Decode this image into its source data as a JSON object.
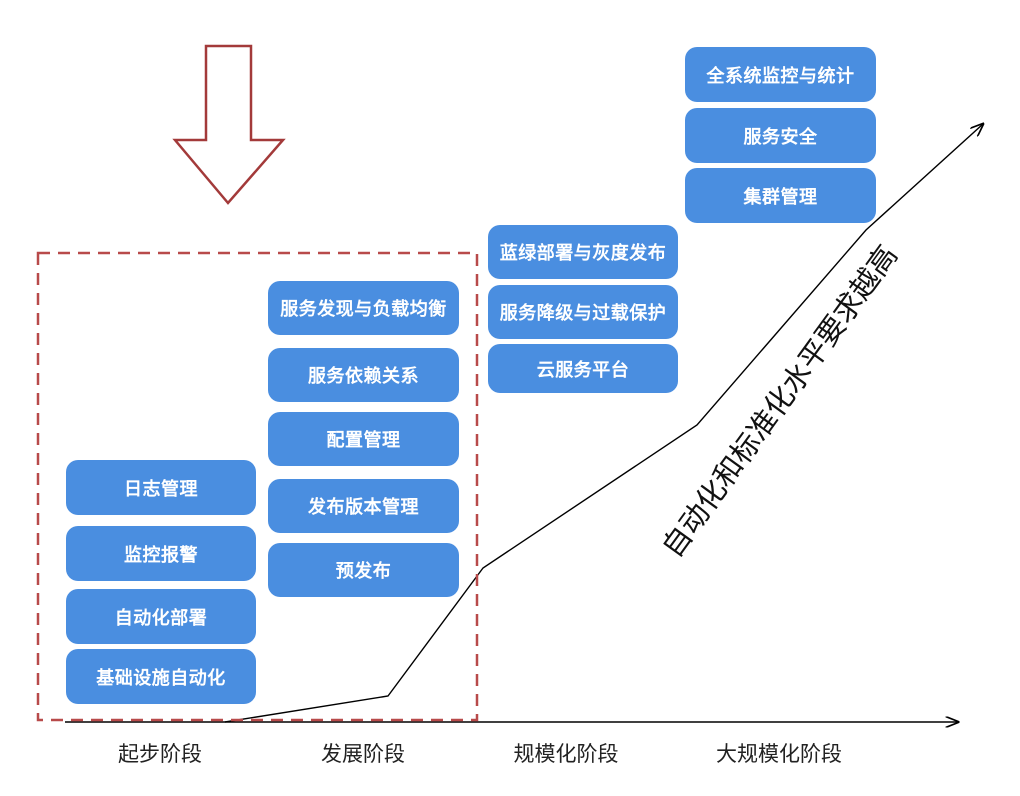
{
  "stages": [
    "起步阶段",
    "发展阶段",
    "规模化阶段",
    "大规模化阶段"
  ],
  "trend_label": "自动化和标准化水平要求越高",
  "columns": {
    "start": [
      "日志管理",
      "监控报警",
      "自动化部署",
      "基础设施自动化"
    ],
    "development": [
      "服务发现与负载均衡",
      "服务依赖关系",
      "配置管理",
      "发布版本管理",
      "预发布"
    ],
    "scale": [
      "蓝绿部署与灰度发布",
      "服务降级与过载保护",
      "云服务平台"
    ],
    "large_scale": [
      "全系统监控与统计",
      "服务安全",
      "集群管理"
    ]
  },
  "colors": {
    "box_fill": "#4a8ee0",
    "box_text": "#ffffff",
    "arrow_outline": "#a33a3a",
    "dashed_frame": "#b84a4a",
    "lines": "#000000"
  },
  "icons": {
    "focus_arrow": "down-arrow-outline-icon"
  }
}
